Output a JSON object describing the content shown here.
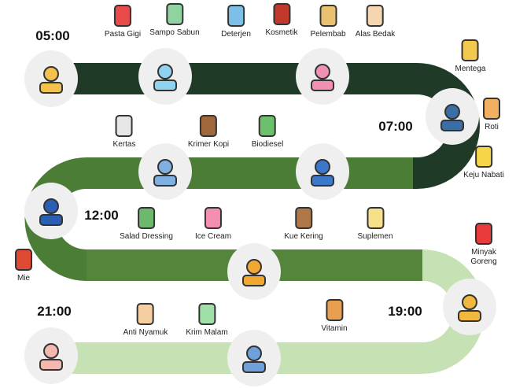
{
  "times": [
    "05:00",
    "07:00",
    "12:00",
    "19:00",
    "21:00"
  ],
  "colors": {
    "band1": "#1f3b27",
    "band2": "#4b7d37",
    "band3": "#55853b",
    "band4": "#c6e2b5",
    "stop_bg": "#efefef"
  },
  "route_steps": [
    {
      "icon": "wake-up-icon",
      "color": "#f2c14e"
    },
    {
      "icon": "shower-icon",
      "color": "#8fd3f0"
    },
    {
      "icon": "makeup-icon",
      "color": "#f28fb5"
    },
    {
      "icon": "breakfast-icon",
      "color": "#3b6ea5"
    },
    {
      "icon": "office-worker-icon",
      "color": "#7fb0e0"
    },
    {
      "icon": "bus-icon",
      "color": "#3b78c9"
    },
    {
      "icon": "lunch-alarm-icon",
      "color": "#2b5fb3"
    },
    {
      "icon": "tea-break-icon",
      "color": "#f0a830"
    },
    {
      "icon": "dinner-plate-icon",
      "color": "#f0b83c"
    },
    {
      "icon": "skincare-face-icon",
      "color": "#f4b8b0"
    },
    {
      "icon": "sleep-icon",
      "color": "#6fa0dc"
    }
  ],
  "products": [
    {
      "label": "Pasta Gigi",
      "color": "#e94b4b"
    },
    {
      "label": "Sampo Sabun",
      "color": "#8fd3a0"
    },
    {
      "label": "Deterjen",
      "color": "#7cc0e8"
    },
    {
      "label": "Kosmetik",
      "color": "#c0392b"
    },
    {
      "label": "Pelembab",
      "color": "#e8c070"
    },
    {
      "label": "Alas Bedak",
      "color": "#f5d6b0"
    },
    {
      "label": "Mentega",
      "color": "#f2c94c"
    },
    {
      "label": "Roti",
      "color": "#f0b060"
    },
    {
      "label": "Keju Nabati",
      "color": "#f7d54a"
    },
    {
      "label": "Kertas",
      "color": "#e6e6e6"
    },
    {
      "label": "Krimer Kopi",
      "color": "#a0673c"
    },
    {
      "label": "Biodiesel",
      "color": "#6cc06c"
    },
    {
      "label": "Salad Dressing",
      "color": "#6cb86c"
    },
    {
      "label": "Ice Cream",
      "color": "#f58fb0"
    },
    {
      "label": "Kue Kering",
      "color": "#b07848"
    },
    {
      "label": "Suplemen",
      "color": "#f7e08a"
    },
    {
      "label": "Mie",
      "color": "#e04a32"
    },
    {
      "label": "Minyak Goreng",
      "color": "#e83a3a"
    },
    {
      "label": "Anti Nyamuk",
      "color": "#f5cfa0"
    },
    {
      "label": "Krim Malam",
      "color": "#9fe0a8"
    },
    {
      "label": "Vitamin",
      "color": "#e8a050"
    }
  ]
}
